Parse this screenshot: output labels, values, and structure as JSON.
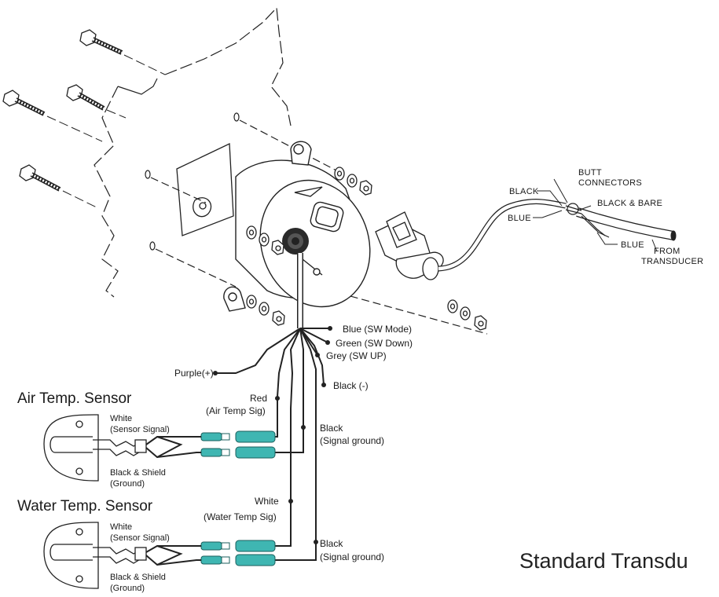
{
  "wires": {
    "blue_sw_mode": "Blue (SW Mode)",
    "green_sw_down": "Green (SW Down)",
    "grey_sw_up": "Grey (SW UP)",
    "purple": "Purple(+)",
    "black_minus": "Black (-)",
    "red": "Red",
    "red_sig": "(Air Temp Sig)",
    "black_ground_1": "Black",
    "black_ground_1_sub": "(Signal ground)",
    "white": "White",
    "white_sig": "(Water Temp Sig)",
    "black_ground_2": "Black",
    "black_ground_2_sub": "(Signal ground)"
  },
  "air_sensor": {
    "title": "Air Temp. Sensor",
    "white": "White",
    "white_sub": "(Sensor Signal)",
    "black": "Black & Shield",
    "black_sub": "(Ground)"
  },
  "water_sensor": {
    "title": "Water Temp. Sensor",
    "white": "White",
    "white_sub": "(Sensor Signal)",
    "black": "Black & Shield",
    "black_sub": "(Ground)"
  },
  "transducer": {
    "butt_1": "BUTT",
    "butt_2": "CONNECTORS",
    "black": "BLACK",
    "black_bare": "BLACK & BARE",
    "blue_left": "BLUE",
    "blue_right": "BLUE",
    "from_1": "FROM",
    "from_2": "TRANSDUCER"
  },
  "caption": "Standard Transdu",
  "colors": {
    "ink": "#1a1a1a",
    "connector_teal": "#3fb6b2",
    "background": "#ffffff"
  }
}
